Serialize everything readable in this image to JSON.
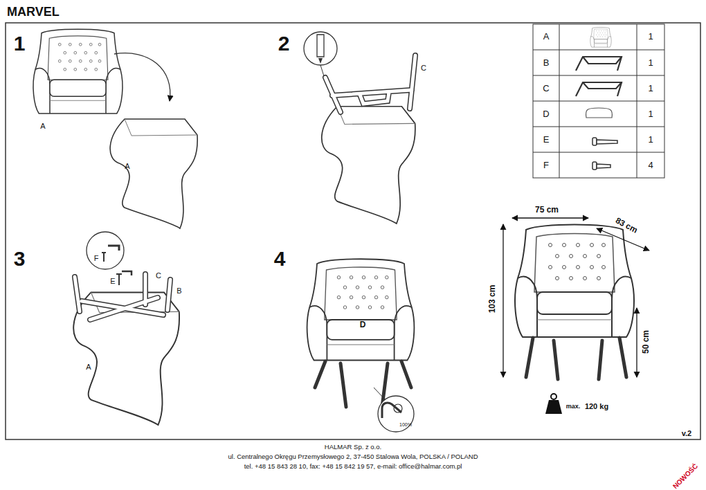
{
  "diagram": {
    "title": "MARVEL",
    "labels": [
      "1",
      "A",
      "A",
      "2",
      "C",
      "A",
      "1",
      "B",
      "1",
      "C",
      "1",
      "D",
      "1",
      "E",
      "1",
      "F",
      "4",
      "3",
      "F",
      "E",
      "C",
      "B",
      "A",
      "4",
      "D",
      "100%",
      "75 cm",
      "83 cm",
      "103 cm",
      "50 cm",
      "max.",
      "120 kg",
      "v.2",
      "HALMAR Sp. z o.o.",
      "ul. Centralnego Okręgu Przemysłowego 2, 37-450 Stalowa Wola, POLSKA / POLAND",
      "tel. +48 15 843 28 10, fax: +48 15 842 19 57, e-mail: office@halmar.com.pl",
      "NOWOŚĆ"
    ]
  }
}
